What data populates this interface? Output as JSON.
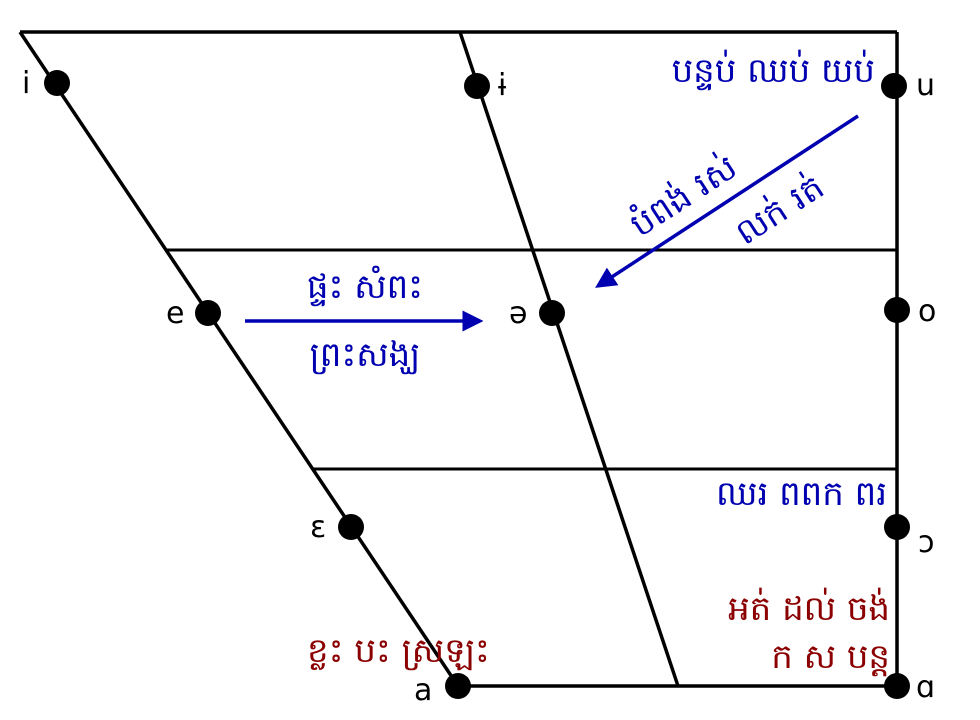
{
  "colors": {
    "lines": "#000000",
    "front_to_central": "#0000b0",
    "back_labels": "#0000b0",
    "low_labels": "#8b0000"
  },
  "vowels": [
    {
      "symbol": "i",
      "name": "close-front"
    },
    {
      "symbol": "ɨ",
      "name": "close-central"
    },
    {
      "symbol": "u",
      "name": "close-back"
    },
    {
      "symbol": "e",
      "name": "close-mid-front"
    },
    {
      "symbol": "ə",
      "name": "mid-central"
    },
    {
      "symbol": "o",
      "name": "close-mid-back"
    },
    {
      "symbol": "ɛ",
      "name": "open-mid-front"
    },
    {
      "symbol": "ɔ",
      "name": "open-mid-back"
    },
    {
      "symbol": "a",
      "name": "open-front"
    },
    {
      "symbol": "ɑ",
      "name": "open-back"
    }
  ],
  "labels": {
    "u_words": "បន្ទប់ ឈប់ យប់",
    "diag_upper": "បំពង់ រស់",
    "diag_lower": "លក់ រត់",
    "e_upper": "ផ្ទះ សំពះ",
    "e_lower": "ព្រះសង្ឃ",
    "o_words": "ឈរ ពពក ពរ",
    "a_words": "ខ្លះ បះ ស្រឡះ",
    "back_open_upper": "អត់ ដល់ ចង់",
    "back_open_lower": "ក ស បន្ត"
  }
}
